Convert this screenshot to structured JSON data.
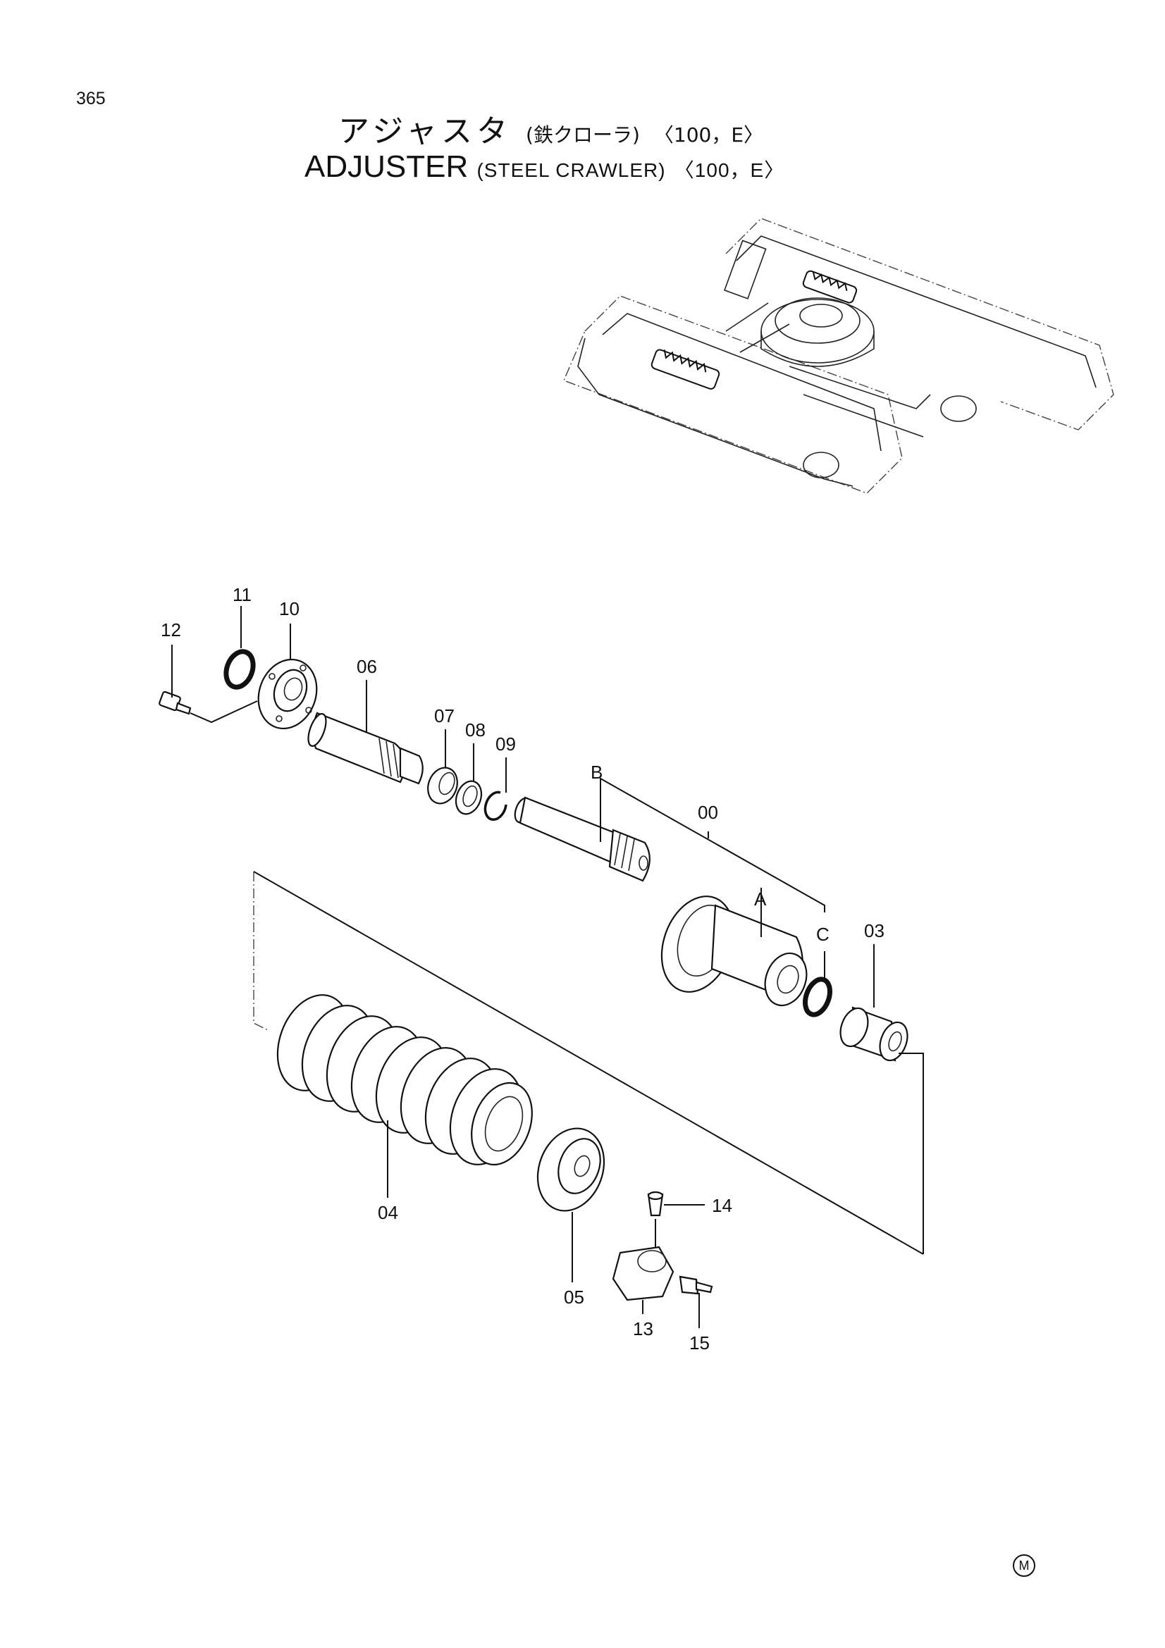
{
  "page_number": "365",
  "title_jp": {
    "main": "アジャスタ",
    "sub": "(鉄クローラ)",
    "code": "〈100，E〉"
  },
  "title_en": {
    "main": "ADJUSTER",
    "sub": "(STEEL  CRAWLER)",
    "code": "〈100，E〉"
  },
  "part_labels": {
    "p00": "00",
    "pA": "A",
    "pB": "B",
    "pC": "C",
    "p03": "03",
    "p04": "04",
    "p05": "05",
    "p06": "06",
    "p07": "07",
    "p08": "08",
    "p09": "09",
    "p10": "10",
    "p11": "11",
    "p12": "12",
    "p13": "13",
    "p14": "14",
    "p15": "15"
  },
  "footer_mark": "M"
}
